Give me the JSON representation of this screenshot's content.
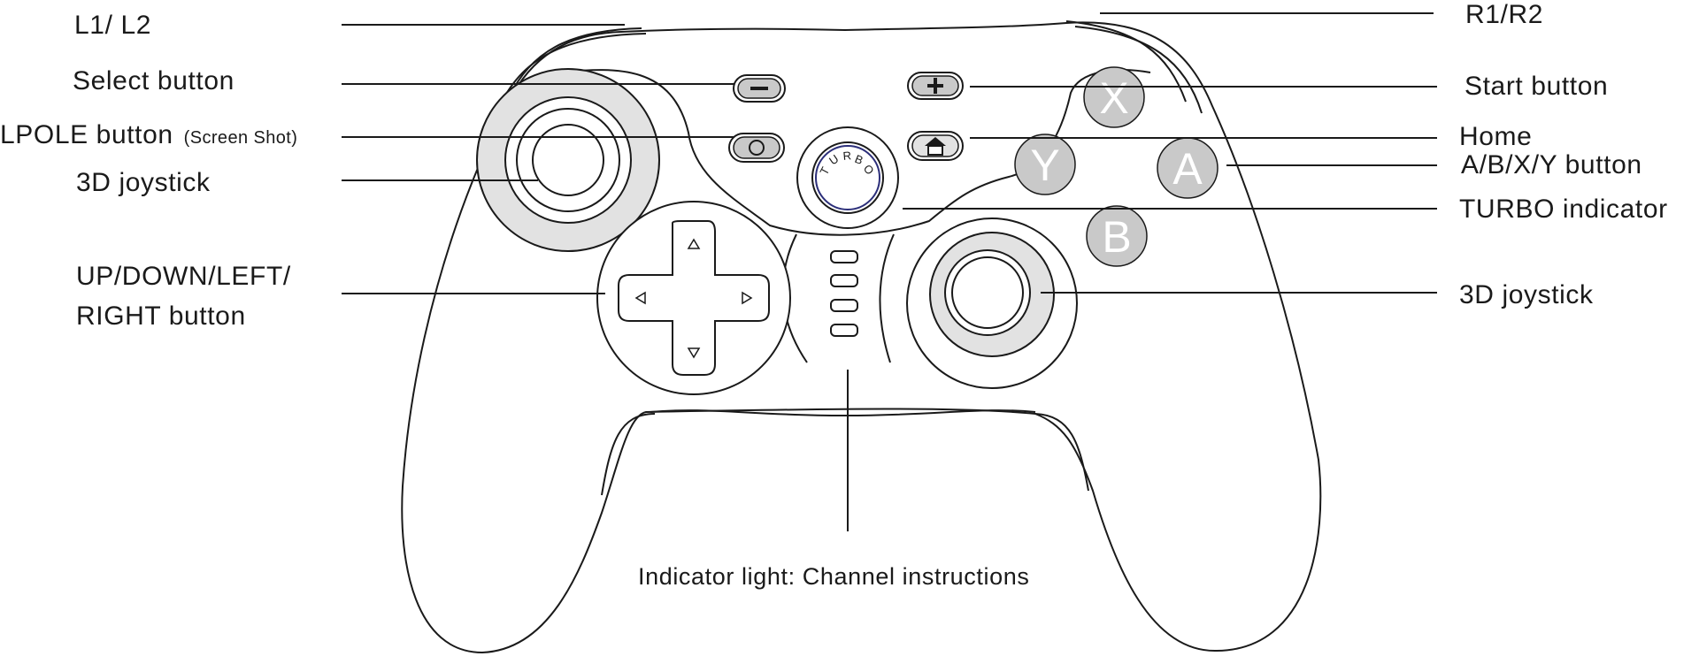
{
  "labels": {
    "l1_l2": "L1/ L2",
    "select": "Select button",
    "lpole_main": "LPOLE button",
    "lpole_sub": "(Screen Shot)",
    "joystick_left": "3D joystick",
    "dpad_line1": "UP/DOWN/LEFT/",
    "dpad_line2": "RIGHT button",
    "r1_r2": "R1/R2",
    "start": "Start button",
    "home": "Home",
    "abxy": "A/B/X/Y button",
    "turbo_indicator": "TURBO indicator",
    "joystick_right": "3D joystick",
    "indicator_light": "Indicator light:  Channel instructions"
  },
  "face_buttons": {
    "x": "X",
    "y": "Y",
    "a": "A",
    "b": "B"
  },
  "turbo_text": [
    "T",
    "U",
    "R",
    "B",
    "O"
  ],
  "icons": {
    "select": "minus-icon",
    "start": "plus-icon",
    "lpole": "circle-icon",
    "home": "home-icon",
    "dpad_arrows": [
      "triangle-up-icon",
      "triangle-down-icon",
      "triangle-left-icon",
      "triangle-right-icon"
    ]
  },
  "colors": {
    "button_fill": "#c9c9c9",
    "stick_ring": "#e2e2e2",
    "line": "#1a1a1a"
  }
}
